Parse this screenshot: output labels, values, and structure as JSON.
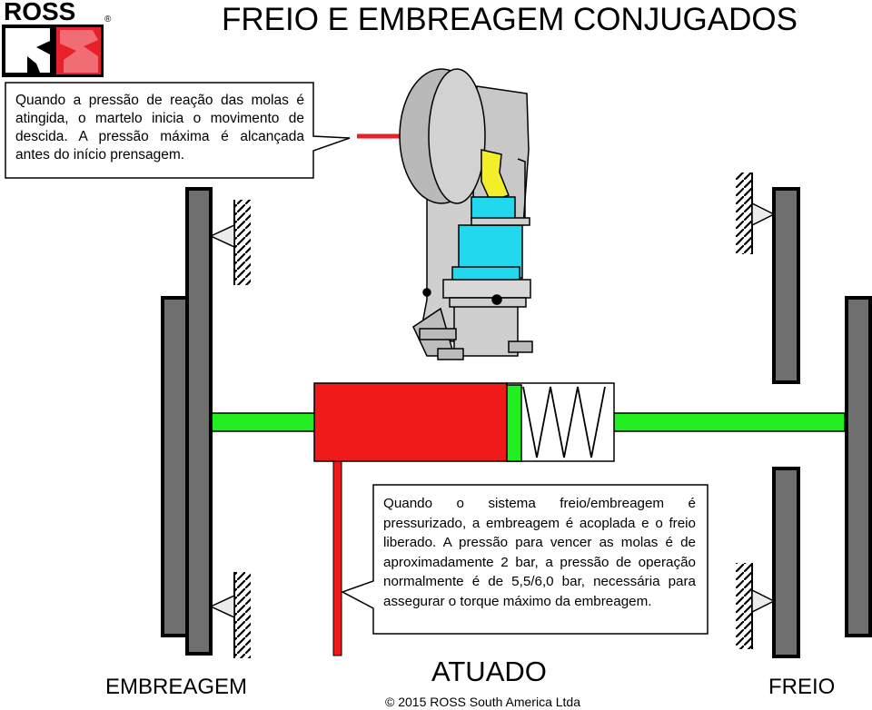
{
  "logo": {
    "text": "ROSS",
    "registered": "®"
  },
  "title": "FREIO E EMBREAGEM CONJUGADOS",
  "callout_top": "Quando a pressão de reação das molas é atingida, o martelo inicia o movimento de descida. A pressão máxima é alcançada antes do início prensagem.",
  "callout_bottom": "Quando o sistema freio/embreagem é pressurizado, a embreagem é acoplada e o freio liberado. A pressão para vencer as molas é de aproximadamente 2 bar, a pressão de operação normalmente é de 5,5/6,0 bar, necessária para assegurar o torque máximo da embreagem.",
  "labels": {
    "clutch": "EMBREAGEM",
    "brake": "FREIO",
    "state": "ATUADO"
  },
  "copyright": "© 2015 ROSS South America Ltda",
  "colors": {
    "brand_red": "#e8202a",
    "cylinder_red": "#f11a1a",
    "shaft_green": "#22ee22",
    "hydraulic_cyan": "#22d8ee",
    "slide_yellow": "#f2ee2a",
    "press_gray": "#d4d4d4",
    "disc_gray": "#6f6f6f"
  }
}
